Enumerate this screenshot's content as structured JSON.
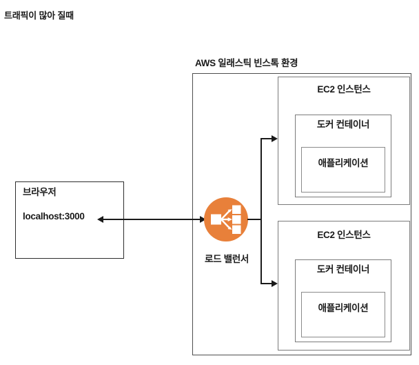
{
  "title": "트래픽이 많아 질때",
  "environment": {
    "caption": "AWS 일래스틱 빈스톡 환경"
  },
  "browser": {
    "name": "브라우저",
    "url": "localhost:3000"
  },
  "load_balancer": {
    "label": "로드 밸런서",
    "icon": "load-balancer-icon",
    "color": "#E8803A"
  },
  "instances": [
    {
      "name": "EC2 인스턴스",
      "container": "도커 컨테이너",
      "application": "애플리케이션"
    },
    {
      "name": "EC2 인스턴스",
      "container": "도커 컨테이너",
      "application": "애플리케이션"
    }
  ],
  "connections": {
    "browser_to_lb": "bidirectional",
    "lb_to_instance_1": "right-arrow",
    "lb_to_instance_2": "right-arrow"
  },
  "colors": {
    "accent_orange": "#E8803A",
    "line": "#1a1a1a",
    "box_outer": "#4d4d4d",
    "box_inner": "#7a7a7a",
    "text": "#1a1a1a"
  }
}
